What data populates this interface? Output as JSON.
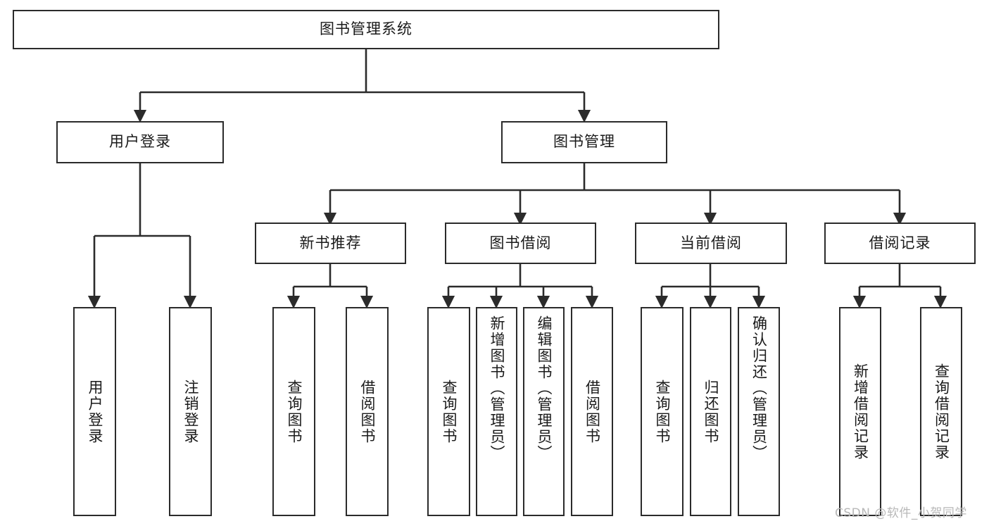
{
  "diagram": {
    "type": "tree-hierarchy",
    "title": "图书管理系统",
    "root": {
      "id": "root",
      "label": "图书管理系统"
    },
    "level2": [
      {
        "id": "user-login",
        "label": "用户登录"
      },
      {
        "id": "book-manage",
        "label": "图书管理"
      }
    ],
    "level3": [
      {
        "id": "new-book-recommend",
        "label": "新书推荐",
        "parent": "book-manage"
      },
      {
        "id": "book-borrow",
        "label": "图书借阅",
        "parent": "book-manage"
      },
      {
        "id": "current-borrow",
        "label": "当前借阅",
        "parent": "book-manage"
      },
      {
        "id": "borrow-record",
        "label": "借阅记录",
        "parent": "book-manage"
      }
    ],
    "leaves": [
      {
        "id": "leaf-user-login",
        "label": "用户登录",
        "parent": "user-login"
      },
      {
        "id": "leaf-user-logout",
        "label": "注销登录",
        "parent": "user-login"
      },
      {
        "id": "leaf-query-book-1",
        "label": "查询图书",
        "parent": "new-book-recommend"
      },
      {
        "id": "leaf-borrow-book-1",
        "label": "借阅图书",
        "parent": "new-book-recommend"
      },
      {
        "id": "leaf-query-book-2",
        "label": "查询图书",
        "parent": "book-borrow"
      },
      {
        "id": "leaf-add-book",
        "label": "新增图书（管理员）",
        "parent": "book-borrow"
      },
      {
        "id": "leaf-edit-book",
        "label": "编辑图书（管理员）",
        "parent": "book-borrow"
      },
      {
        "id": "leaf-borrow-book-2",
        "label": "借阅图书",
        "parent": "book-borrow"
      },
      {
        "id": "leaf-query-book-3",
        "label": "查询图书",
        "parent": "current-borrow"
      },
      {
        "id": "leaf-return-book",
        "label": "归还图书",
        "parent": "current-borrow"
      },
      {
        "id": "leaf-confirm-return",
        "label": "确认归还（管理员）",
        "parent": "current-borrow"
      },
      {
        "id": "leaf-add-record",
        "label": "新增借阅记录",
        "parent": "borrow-record"
      },
      {
        "id": "leaf-query-record",
        "label": "查询借阅记录",
        "parent": "borrow-record"
      }
    ],
    "watermark": "CSDN @软件_小贺同学",
    "colors": {
      "background": "#ffffff",
      "box_border": "#2b2b2b",
      "box_fill": "#ffffff",
      "connector": "#2b2b2b",
      "text": "#1a1a1a",
      "watermark": "#b8b8b8"
    }
  }
}
